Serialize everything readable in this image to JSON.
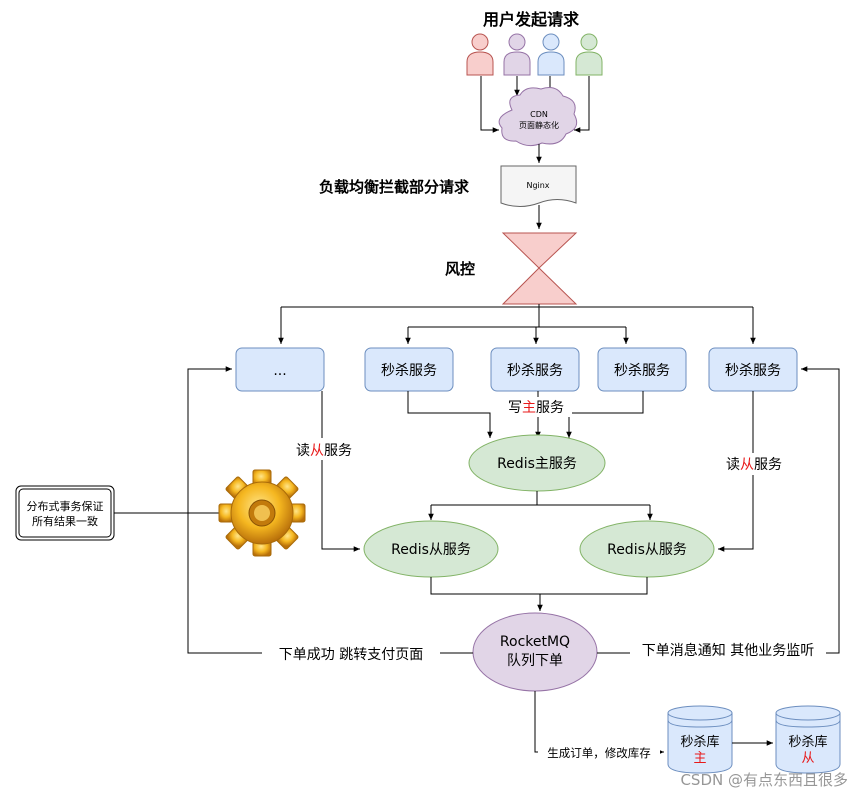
{
  "heading": "用户发起请求",
  "cdn": {
    "line1": "CDN",
    "line2": "页面静态化"
  },
  "load_balance_label": "负载均衡拦截部分请求",
  "nginx": "Nginx",
  "risk_control": "风控",
  "services": {
    "ellipsis": "...",
    "seckill_1": "秒杀服务",
    "seckill_2": "秒杀服务",
    "seckill_3": "秒杀服务",
    "seckill_4": "秒杀服务"
  },
  "write_master": {
    "pre": "写",
    "red": "主",
    "post": "服务"
  },
  "read_slave_left": {
    "pre": "读",
    "red": "从",
    "post": "服务"
  },
  "read_slave_right": {
    "pre": "读",
    "red": "从",
    "post": "服务"
  },
  "redis_master": "Redis主服务",
  "redis_slave_1": "Redis从服务",
  "redis_slave_2": "Redis从服务",
  "distributed_tx": {
    "line1": "分布式事务保证",
    "line2": "所有结果一致"
  },
  "rocketmq": {
    "line1": "RocketMQ",
    "line2": "队列下单"
  },
  "order_success": "下单成功 跳转支付页面",
  "order_notify": "下单消息通知 其他业务监听",
  "create_order": "生成订单，修改库存",
  "db_master": {
    "line1": "秒杀库",
    "line2": "主"
  },
  "db_slave": {
    "line1": "秒杀库",
    "line2": "从"
  },
  "watermark": "CSDN @有点东西且很多",
  "colors": {
    "user_red": "#f8cecc",
    "user_purple": "#e1d5e7",
    "user_blue": "#dae8fc",
    "user_green": "#d5e8d4",
    "service_fill": "#dae8fc",
    "service_stroke": "#6c8ebf",
    "redis_fill": "#d5e8d4",
    "redis_stroke": "#82b366",
    "mq_fill": "#e1d5e7",
    "mq_stroke": "#9673a6",
    "hourglass_fill": "#f8cecc",
    "hourglass_stroke": "#b85450",
    "accent_red": "#e8191a"
  }
}
